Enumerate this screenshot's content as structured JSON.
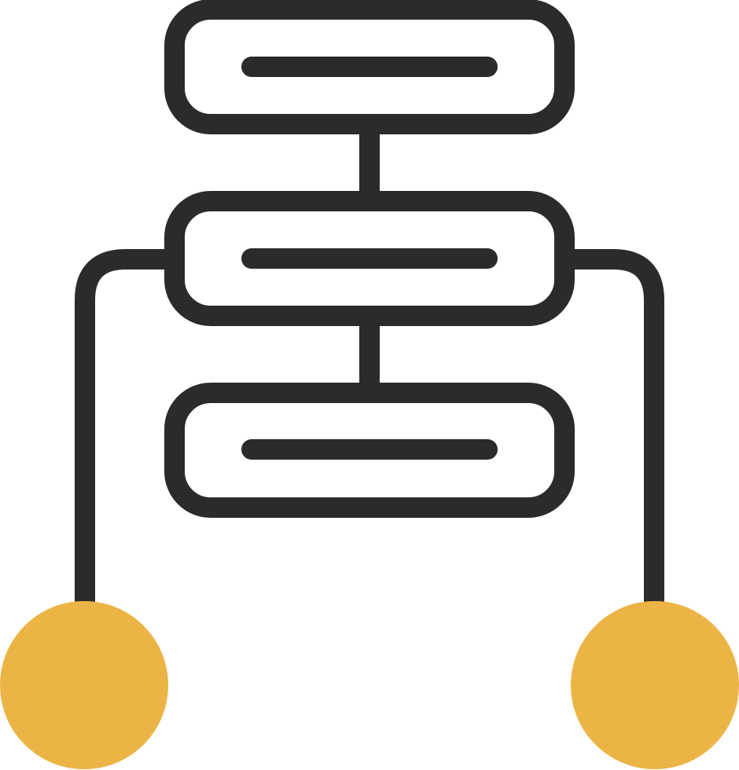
{
  "icon": {
    "name": "hierarchy-flowchart-icon",
    "colors": {
      "stroke": "#2b2b2b",
      "fill": "#ffffff",
      "accent": "#ecb444"
    },
    "nodes": [
      {
        "name": "top-node-box",
        "icon": "rounded-rectangle"
      },
      {
        "name": "middle-node-box",
        "icon": "rounded-rectangle"
      },
      {
        "name": "bottom-node-box",
        "icon": "rounded-rectangle"
      }
    ],
    "endpoints": [
      {
        "name": "left-endpoint-circle",
        "icon": "filled-circle"
      },
      {
        "name": "right-endpoint-circle",
        "icon": "filled-circle"
      }
    ]
  }
}
